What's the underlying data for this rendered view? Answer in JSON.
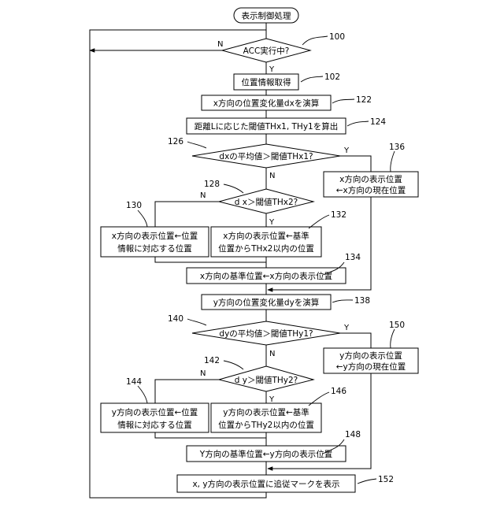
{
  "start": "表示制御処理",
  "nodes": {
    "d100": "ACC実行中?",
    "s102": "位置情報取得",
    "s122": "x方向の位置変化量dxを演算",
    "s124": "距離Lに応じた閾値THx1, THy1を算出",
    "d126": "dxの平均値＞閾値THx1?",
    "s136": [
      "x方向の表示位置",
      "←x方向の現在位置"
    ],
    "d128": "d x＞閾値THx2?",
    "s130": [
      "x方向の表示位置←位置",
      "情報に対応する位置"
    ],
    "s132": [
      "x方向の表示位置←基準",
      "位置からTHx2以内の位置"
    ],
    "s134": "x方向の基準位置←x方向の表示位置",
    "s138": "y方向の位置変化量dyを演算",
    "d140": "dyの平均値＞閾値THy1?",
    "s150": [
      "y方向の表示位置",
      "←y方向の現在位置"
    ],
    "d142": "d y＞閾値THy2?",
    "s144": [
      "y方向の表示位置←位置",
      "情報に対応する位置"
    ],
    "s146": [
      "y方向の表示位置←基準",
      "位置からTHy2以内の位置"
    ],
    "s148": "Y方向の基準位置←y方向の表示位置",
    "s152": "x, y方向の表示位置に追従マークを表示"
  },
  "refs": {
    "r100": "100",
    "r102": "102",
    "r122": "122",
    "r124": "124",
    "r126": "126",
    "r136": "136",
    "r128": "128",
    "r130": "130",
    "r132": "132",
    "r134": "134",
    "r138": "138",
    "r140": "140",
    "r150": "150",
    "r142": "142",
    "r144": "144",
    "r146": "146",
    "r148": "148",
    "r152": "152"
  },
  "labels": {
    "yes": "Y",
    "no": "N"
  }
}
